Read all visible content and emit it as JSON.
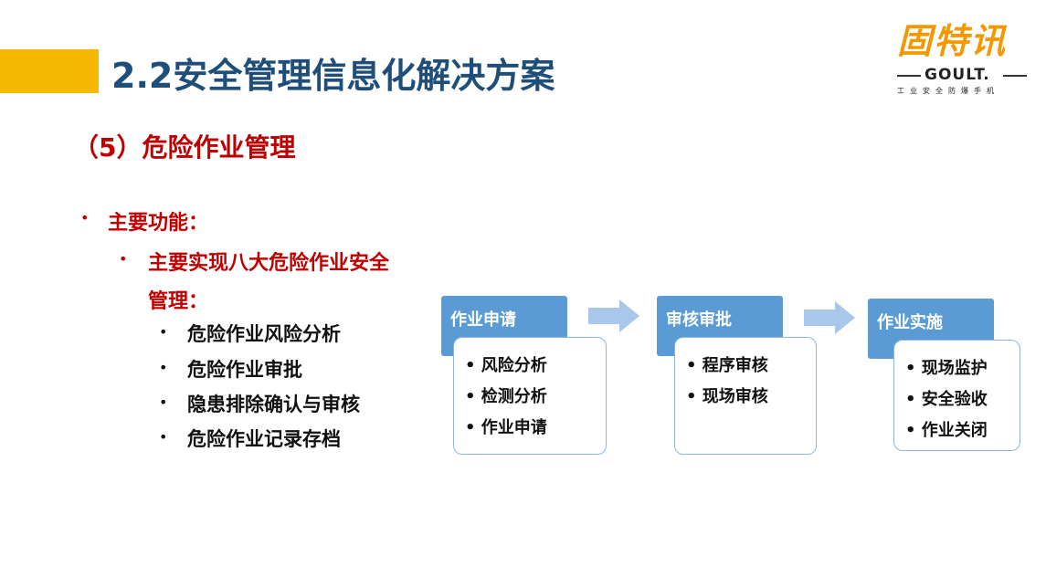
{
  "header": {
    "title": "2.2安全管理信息化解决方案",
    "accent_color": "#f5b800",
    "title_color": "#1f4e79"
  },
  "logo": {
    "main": "固特讯",
    "brand": "GOULT.",
    "tagline": "工业安全防爆手机",
    "color": "#f39800"
  },
  "section": {
    "heading": "（5）危险作业管理",
    "color": "#c00000"
  },
  "bullets": {
    "level1": "主要功能：",
    "level2_line1": "主要实现八大危险作业安全",
    "level2_line2": "管理：",
    "level3": [
      "危险作业风险分析",
      "危险作业审批",
      "隐患排除确认与审核",
      "危险作业记录存档"
    ]
  },
  "flow": {
    "steps": [
      {
        "title": "作业申请",
        "items": [
          "风险分析",
          "检测分析",
          "作业申请"
        ]
      },
      {
        "title": "审核审批",
        "items": [
          "程序审核",
          "现场审核"
        ]
      },
      {
        "title": "作业实施",
        "items": [
          "现场监护",
          "安全验收",
          "作业关闭"
        ]
      }
    ],
    "header_color": "#5b9bd5",
    "arrow_color": "#a9c7ea"
  }
}
